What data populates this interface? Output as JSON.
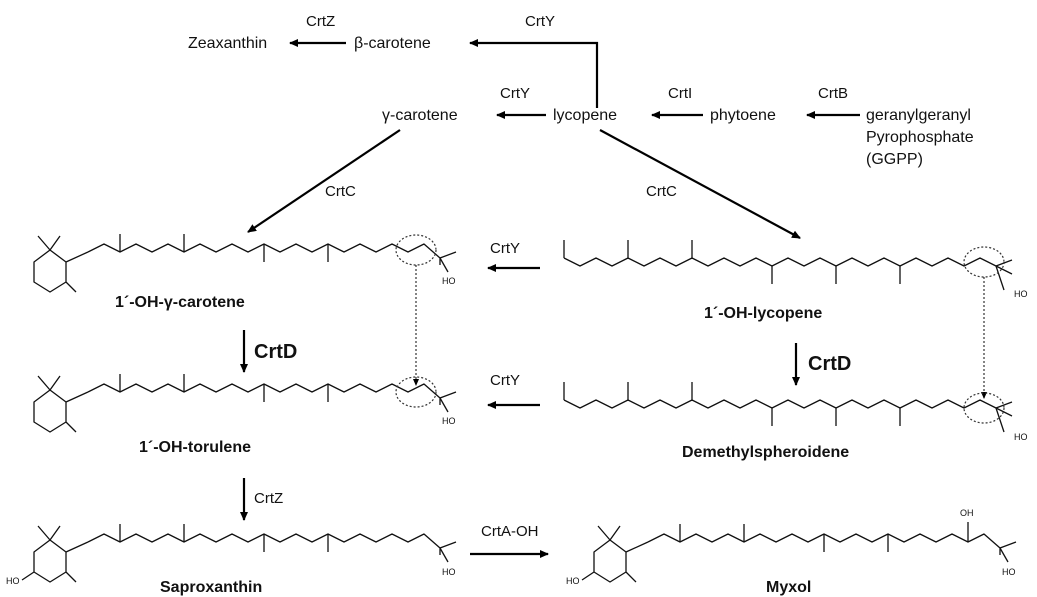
{
  "compounds": {
    "zeaxanthin": "Zeaxanthin",
    "beta_carotene": "β-carotene",
    "gamma_carotene": "γ-carotene",
    "lycopene": "lycopene",
    "phytoene": "phytoene",
    "ggpp_line1": "geranylgeranyl",
    "ggpp_line2": "Pyrophosphate",
    "ggpp_line3": "(GGPP)",
    "oh_gamma_carotene": "1´-OH-γ-carotene",
    "oh_lycopene": "1´-OH-lycopene",
    "oh_torulene": "1´-OH-torulene",
    "demethylspheroidene": "Demethylspheroidene",
    "saproxanthin": "Saproxanthin",
    "myxol": "Myxol"
  },
  "enzymes": {
    "crtz_top": "CrtZ",
    "crty_top": "CrtY",
    "crty_gamma": "CrtY",
    "crti": "CrtI",
    "crtb": "CrtB",
    "crtc_left": "CrtC",
    "crtc_right": "CrtC",
    "crty_mid1": "CrtY",
    "crty_mid2": "CrtY",
    "crtd_left": "CrtD",
    "crtd_right": "CrtD",
    "crtz_bottom": "CrtZ",
    "crta_oh": "CrtA-OH"
  },
  "groups": {
    "ho": "HO",
    "oh": "OH"
  }
}
